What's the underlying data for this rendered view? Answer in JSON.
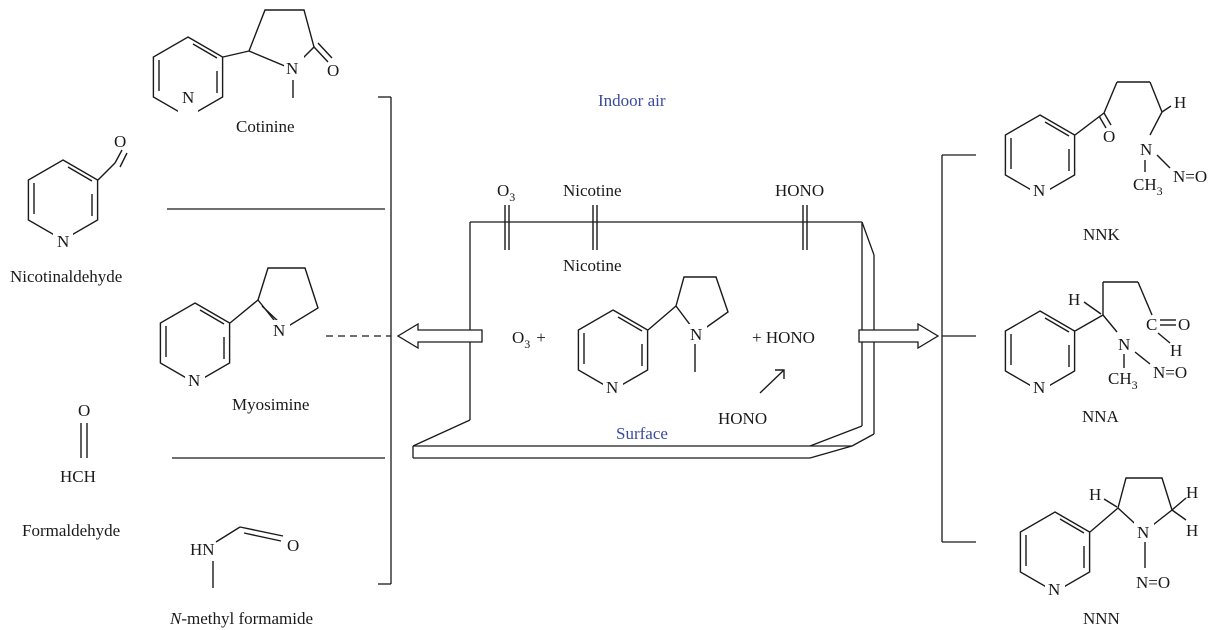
{
  "labels": {
    "indoor_air": "Indoor air",
    "surface": "Surface",
    "o3_top": "O",
    "o3_top_sub": "3",
    "nicotine_gas": "Nicotine",
    "nicotine_surface": "Nicotine",
    "hono_gas": "HONO",
    "o3_plus": "O",
    "o3_plus_sub": "3",
    "plus_sign": "+",
    "plus_hono": "+ HONO",
    "hono_surface": "HONO"
  },
  "left_products": {
    "cotinine": "Cotinine",
    "nicotinaldehyde": "Nicotinaldehyde",
    "myosimine": "Myosimine",
    "formaldehyde": "Formaldehyde",
    "formaldehyde_formula": "HCH",
    "n_methyl_prefix": "N",
    "n_methyl_rest": "-methyl formamide"
  },
  "right_products": {
    "nnk": "NNK",
    "nna": "NNA",
    "nnn": "NNN"
  },
  "atoms": {
    "N": "N",
    "O": "O",
    "H": "H",
    "HN": "HN",
    "CH": "CH",
    "three": "3",
    "N_eq_O": "N=O"
  }
}
